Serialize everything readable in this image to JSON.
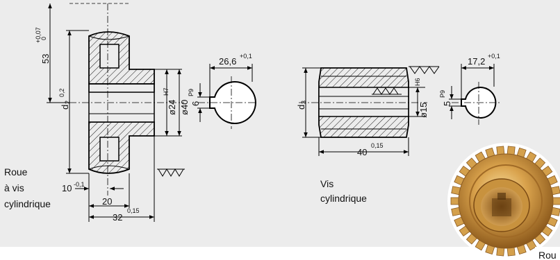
{
  "wheel": {
    "caption": [
      "Roue",
      "à vis",
      "cylindrique"
    ],
    "dims": {
      "d53": "53",
      "d53_tol_up": "+0,07",
      "d53_tol_lo": "0",
      "d2": "d",
      "d2_sub": "2",
      "d2_tol": "0,2",
      "d24": "ø24",
      "d24_tol": "H7",
      "d40": "ø40",
      "d10": "10",
      "d10_tol": "-0,1",
      "d20": "20",
      "d32": "32",
      "d32_tol": "0,15",
      "key_w": "6",
      "key_tol": "P9",
      "key_h": "26,6",
      "key_h_tol": "+0,1"
    }
  },
  "worm": {
    "caption": [
      "Vis",
      "cylindrique"
    ],
    "dims": {
      "d3": "d",
      "d3_sub": "3",
      "d15": "ø15",
      "d15_tol": "H6",
      "d40": "40",
      "d40_tol": "0,15",
      "key_w": "5",
      "key_tol": "P9",
      "key_h": "17,2",
      "key_h_tol": "+0,1"
    }
  },
  "photo_caption": "Rou",
  "colors": {
    "background": "#ececec",
    "line": "#000000",
    "bronze": "#c8923e"
  }
}
